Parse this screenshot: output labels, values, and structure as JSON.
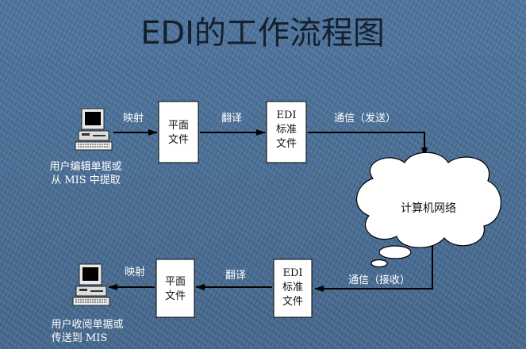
{
  "title": "EDI的工作流程图",
  "colors": {
    "background": "#4a6f98",
    "box_fill": "#ffffff",
    "arrow": "#000000",
    "title": "#15202e"
  },
  "top_row": {
    "computer_label": [
      "用户编辑单据或",
      "从 MIS 中提取"
    ],
    "arrow1_label": "映射",
    "flat_file": [
      "平面",
      "文件"
    ],
    "arrow2_label": "翻译",
    "edi_file": [
      "EDI",
      "标准",
      "文件"
    ],
    "arrow3_label": "通信（发送）"
  },
  "network": {
    "label": "计算机网络",
    "icon": "cloud-icon"
  },
  "bottom_row": {
    "arrow_in_label": "通信（接收）",
    "edi_file": [
      "EDI",
      "标准",
      "文件"
    ],
    "arrow2_label": "翻译",
    "flat_file": [
      "平面",
      "文件"
    ],
    "arrow1_label": "映射",
    "computer_label": [
      "用户收阅单据或",
      "传送到 MIS"
    ]
  }
}
